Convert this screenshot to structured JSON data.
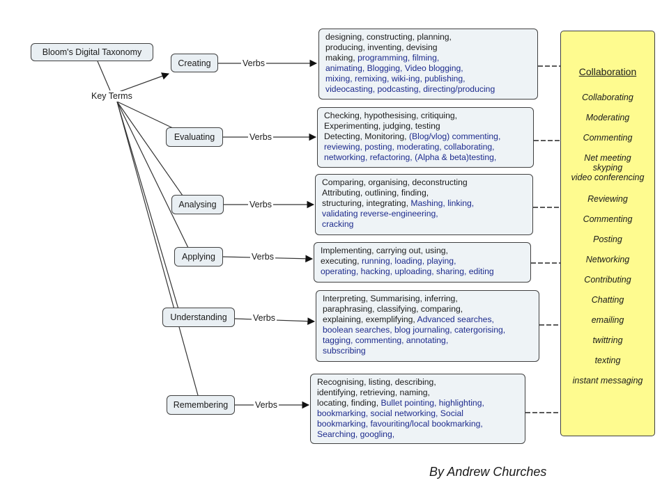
{
  "root": "Bloom's Digital Taxonomy",
  "key_terms": "Key Terms",
  "edge_label": "Verbs",
  "levels": [
    {
      "name": "Creating",
      "lines": [
        [
          {
            "t": "designing, constructing, planning,",
            "c": "blk"
          }
        ],
        [
          {
            "t": "producing, inventing, devising",
            "c": "blk"
          }
        ],
        [
          {
            "t": "making, ",
            "c": "blk"
          },
          {
            "t": "programming, filming,",
            "c": "blu"
          }
        ],
        [
          {
            "t": "animating, Blogging, Video blogging,",
            "c": "blu"
          }
        ],
        [
          {
            "t": "mixing, remixing, wiki-ing, publishing,",
            "c": "blu"
          }
        ],
        [
          {
            "t": "videocasting, podcasting, directing/producing",
            "c": "blu"
          }
        ]
      ]
    },
    {
      "name": "Evaluating",
      "lines": [
        [
          {
            "t": "Checking, hypothesising, critiquing,",
            "c": "blk"
          }
        ],
        [
          {
            "t": "Experimenting, judging, testing",
            "c": "blk"
          }
        ],
        [
          {
            "t": "Detecting, Monitoring, ",
            "c": "blk"
          },
          {
            "t": "(Blog/vlog) commenting,",
            "c": "blu"
          }
        ],
        [
          {
            "t": "reviewing, posting, moderating, collaborating,",
            "c": "blu"
          }
        ],
        [
          {
            "t": "networking, refactoring, (Alpha & beta)testing,",
            "c": "blu"
          }
        ]
      ]
    },
    {
      "name": "Analysing",
      "lines": [
        [
          {
            "t": "Comparing, organising, deconstructing",
            "c": "blk"
          }
        ],
        [
          {
            "t": "Attributing, outlining, finding,",
            "c": "blk"
          }
        ],
        [
          {
            "t": "structuring, integrating, ",
            "c": "blk"
          },
          {
            "t": "Mashing, linking,",
            "c": "blu"
          }
        ],
        [
          {
            "t": "validating reverse-engineering,",
            "c": "blu"
          }
        ],
        [
          {
            "t": "cracking",
            "c": "blu"
          }
        ]
      ]
    },
    {
      "name": "Applying",
      "lines": [
        [
          {
            "t": "Implementing, carrying out, using,",
            "c": "blk"
          }
        ],
        [
          {
            "t": "executing, ",
            "c": "blk"
          },
          {
            "t": "running, loading, playing,",
            "c": "blu"
          }
        ],
        [
          {
            "t": "operating, hacking, uploading, sharing, editing",
            "c": "blu"
          }
        ]
      ]
    },
    {
      "name": "Understanding",
      "lines": [
        [
          {
            "t": "Interpreting, Summarising, inferring,",
            "c": "blk"
          }
        ],
        [
          {
            "t": "paraphrasing, classifying, comparing,",
            "c": "blk"
          }
        ],
        [
          {
            "t": "explaining, exemplifying, ",
            "c": "blk"
          },
          {
            "t": "Advanced searches,",
            "c": "blu"
          }
        ],
        [
          {
            "t": "boolean searches, blog journaling, catergorising,",
            "c": "blu"
          }
        ],
        [
          {
            "t": "tagging, commenting, annotating,",
            "c": "blu"
          }
        ],
        [
          {
            "t": "subscribing",
            "c": "blu"
          }
        ]
      ]
    },
    {
      "name": "Remembering",
      "lines": [
        [
          {
            "t": "Recognising, listing, describing,",
            "c": "blk"
          }
        ],
        [
          {
            "t": "identifying, retrieving, naming,",
            "c": "blk"
          }
        ],
        [
          {
            "t": "locating, finding, ",
            "c": "blk"
          },
          {
            "t": "Bullet pointing, highlighting,",
            "c": "blu"
          }
        ],
        [
          {
            "t": "bookmarking, social networking, Social",
            "c": "blu"
          }
        ],
        [
          {
            "t": "bookmarking, favouriting/local bookmarking,",
            "c": "blu"
          }
        ],
        [
          {
            "t": "Searching, googling,",
            "c": "blu"
          }
        ]
      ]
    }
  ],
  "collaboration": {
    "title": "Collaboration",
    "items": [
      [
        "Collaborating"
      ],
      [
        "Moderating"
      ],
      [
        "Commenting"
      ],
      [
        "Net meeting",
        "skyping",
        "video conferencing"
      ],
      [
        "Reviewing"
      ],
      [
        "Commenting"
      ],
      [
        "Posting"
      ],
      [
        "Networking"
      ],
      [
        "Contributing"
      ],
      [
        "Chatting"
      ],
      [
        "emailing"
      ],
      [
        "twittring"
      ],
      [
        "texting"
      ],
      [
        "instant messaging"
      ]
    ]
  },
  "credit": "By Andrew Churches",
  "colors": {
    "node_fill": "#e9eff3",
    "collab_fill": "#fefb8f",
    "blue_text": "#1c2a8c",
    "line": "#3f3f3f"
  }
}
